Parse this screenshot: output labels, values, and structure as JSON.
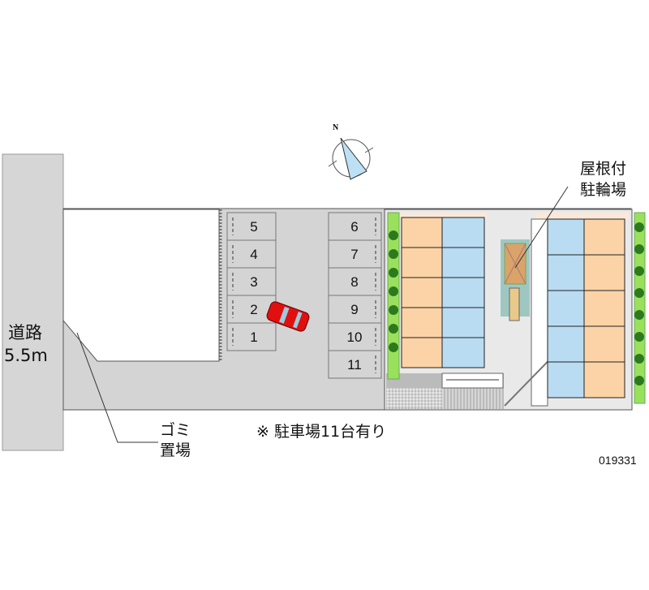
{
  "road": {
    "name": "道路",
    "width": "5.5m"
  },
  "garbage": {
    "line1": "ゴミ",
    "line2": "置場"
  },
  "bike_parking": {
    "line1": "屋根付",
    "line2": "駐輪場"
  },
  "note": "※ 駐車場11台有り",
  "property_id": "019331",
  "compass": {
    "label": "N"
  },
  "parking_spaces_left": [
    "5",
    "4",
    "3",
    "2",
    "1"
  ],
  "parking_spaces_right": [
    "6",
    "7",
    "8",
    "9",
    "10",
    "11"
  ],
  "colors": {
    "lot": "#d4d4d4",
    "unit_room": "#fbd3a6",
    "unit_wet": "#b9dcf3",
    "hedge": "#9be05a",
    "car": "#e01010"
  }
}
